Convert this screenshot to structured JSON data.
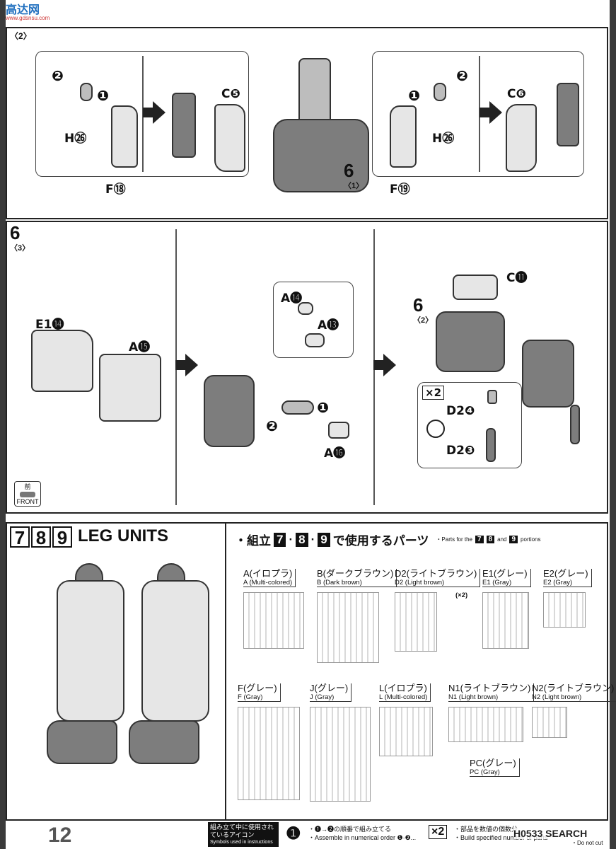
{
  "watermark": {
    "text": "高达网",
    "url": "www.gdsnsu.com"
  },
  "section1": {
    "tag": "〈2〉",
    "labels": {
      "h26_left": "H㉖",
      "f18": "F⑱",
      "c5": "C❺",
      "step6": "6",
      "step6_sub": "〈1〉",
      "c6": "C❻",
      "h26_right": "H㉖",
      "f19": "F⑲",
      "n1": "❶",
      "n2": "❷",
      "n1b": "❶",
      "n2b": "❷"
    }
  },
  "section2": {
    "step": "6",
    "sub": "〈3〉",
    "labels": {
      "e1_14": "E1⓮",
      "a15": "A⓯",
      "a14": "A⓮",
      "a13": "A⓭",
      "a16": "A⓰",
      "n1": "❶",
      "n2": "❷",
      "c11": "C⓫",
      "step6": "6",
      "step6_sub": "〈2〉",
      "x2": "×2",
      "d2_4": "D2❹",
      "d2_3": "D2❸",
      "front_jp": "前",
      "front_en": "FRONT"
    }
  },
  "legs": {
    "nums": [
      "7",
      "8",
      "9"
    ],
    "title": "LEG UNITS"
  },
  "parts_header": {
    "jp_prefix": "・組立",
    "jp_nums": [
      "7",
      "8",
      "9"
    ],
    "jp_suffix": "で使用するパーツ",
    "en": "・Parts for the",
    "en_nums": [
      "7",
      "8",
      "9"
    ],
    "en_and": "and",
    "en_suffix": "portions"
  },
  "runners": [
    {
      "jp": "A(イロプラ)",
      "en": "A (Multi-colored)",
      "note": ""
    },
    {
      "jp": "B(ダークブラウン)",
      "en": "B (Dark brown)",
      "note": ""
    },
    {
      "jp": "D2(ライトブラウン)",
      "en": "D2 (Light brown)",
      "note": "(×2)"
    },
    {
      "jp": "E1(グレー)",
      "en": "E1 (Gray)",
      "note": ""
    },
    {
      "jp": "E2(グレー)",
      "en": "E2 (Gray)",
      "note": ""
    },
    {
      "jp": "F(グレー)",
      "en": "F (Gray)",
      "note": ""
    },
    {
      "jp": "J(グレー)",
      "en": "J (Gray)",
      "note": ""
    },
    {
      "jp": "L(イロプラ)",
      "en": "L (Multi-colored)",
      "note": ""
    },
    {
      "jp": "N1(ライトブラウン)",
      "en": "N1 (Light brown)",
      "note": ""
    },
    {
      "jp": "N2(ライトブラウン)",
      "en": "N2 (Light brown)",
      "note": ""
    },
    {
      "jp": "PC(グレー)",
      "en": "PC (Gray)",
      "note": ""
    }
  ],
  "footer": {
    "page": "12",
    "icons_jp": "組み立て中に使用されているアイコン",
    "icons_en": "Symbols used in instructions",
    "order_icon": "❶",
    "order_jp": "・❶→❷の順番で組み立てる",
    "order_en": "・Assemble in numerical order ❶·❷...",
    "x2_icon": "×2",
    "x2_jp": "・部品を数値の個数分",
    "x2_en": "・Build specified number of parts",
    "cut_en": "・Do not cut",
    "logo": "H0533 SEARCH"
  }
}
